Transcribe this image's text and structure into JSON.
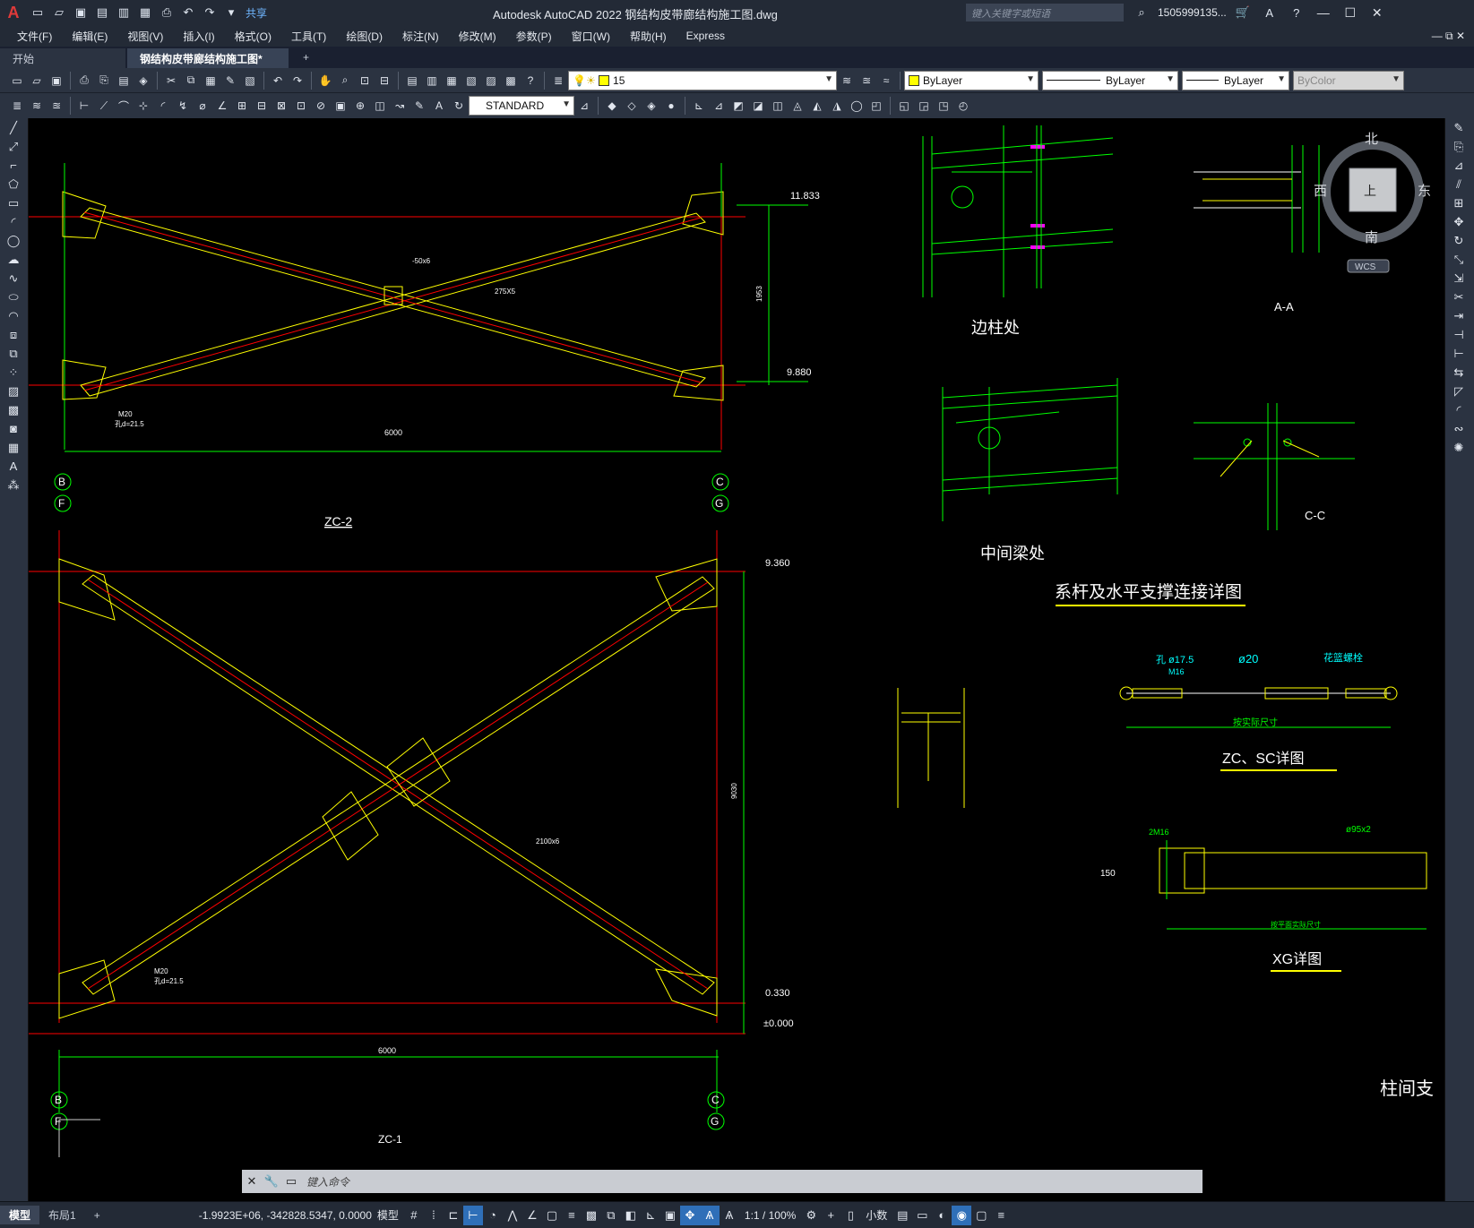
{
  "title": "Autodesk AutoCAD 2022    钢结构皮带廊结构施工图.dwg",
  "share": "共享",
  "search_placeholder": "键入关键字或短语",
  "user": "1505999135...",
  "menu": [
    "文件(F)",
    "编辑(E)",
    "视图(V)",
    "插入(I)",
    "格式(O)",
    "工具(T)",
    "绘图(D)",
    "标注(N)",
    "修改(M)",
    "参数(P)",
    "窗口(W)",
    "帮助(H)",
    "Express"
  ],
  "tabs": [
    "开始",
    "钢结构皮带廊结构施工图*",
    "+"
  ],
  "layer_value": "15",
  "color_value": "ByLayer",
  "linetype_value": "ByLayer",
  "lineweight_value": "ByLayer",
  "plotstyle_value": "ByColor",
  "dimstyle_value": "STANDARD",
  "viewcube": {
    "north": "北",
    "south": "南",
    "west": "西",
    "east": "东",
    "top": "上",
    "wcs": "WCS"
  },
  "cmd_placeholder": "键入命令",
  "layout_tabs": [
    "模型",
    "布局1",
    "+"
  ],
  "coords": "-1.9923E+06, -342828.5347, 0.0000",
  "status_model": "模型",
  "scale": "1:1 / 100%",
  "units": "小数",
  "drawing": {
    "zc2_label": "ZC-2",
    "zc1_label": "ZC-1",
    "bian_zhu": "边柱处",
    "zhong_liang": "中间梁处",
    "xigan_title": "系杆及水平支撑连接详图",
    "zcsc_title": "ZC、SC详图",
    "xg_title": "XG详图",
    "zhujian": "柱间支",
    "aa": "A-A",
    "cc": "C-C",
    "elev_11833": "11.833",
    "elev_9880": "9.880",
    "elev_9360": "9.360",
    "elev_0330": "0.330",
    "elev_000": "±0.000",
    "dim_6000": "6000",
    "dim_1953": "1953",
    "dim_9030": "9030",
    "grid_b": "B",
    "grid_c": "C",
    "grid_f": "F",
    "grid_g": "G",
    "m20": "M20",
    "d215": "孔d=21.5",
    "pl_275": "275X5",
    "pl_50": "-50x6",
    "pipe_2100": "2100x6",
    "d20": "ø20",
    "d175": "孔 ø17.5",
    "m16": "M16",
    "huabei": "花篮螺栓",
    "anshiji": "按实际尺寸",
    "d95x2": "ø95x2",
    "m16_2": "2M16",
    "d150": "150",
    "an_shiji2": "按平面实际尺寸"
  }
}
